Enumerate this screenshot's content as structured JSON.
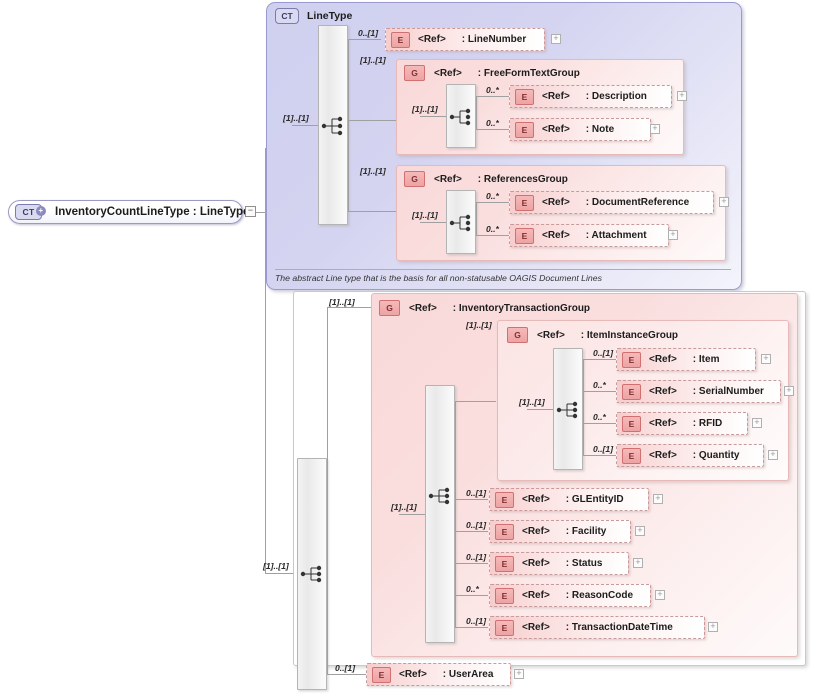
{
  "diagram": {
    "root": {
      "badge": "CT",
      "plus": "+",
      "label": "InventoryCountLineType  :  LineType",
      "toggle": "−"
    },
    "line_type_container": {
      "badge": "CT",
      "title": "LineType",
      "annotation": "The abstract Line type that is the basis for all non-statusable OAGIS Document Lines",
      "sequence_cardinality": "[1]..[1]"
    },
    "nodes": {
      "line_number": {
        "badge": "E",
        "ref": "<Ref>",
        "name": ": LineNumber",
        "cardinality": "0..[1]",
        "expand": "+"
      },
      "description": {
        "badge": "E",
        "ref": "<Ref>",
        "name": ": Description",
        "cardinality": "0..*",
        "expand": "+"
      },
      "note": {
        "badge": "E",
        "ref": "<Ref>",
        "name": ": Note",
        "cardinality": "0..*",
        "expand": "+"
      },
      "document_reference": {
        "badge": "E",
        "ref": "<Ref>",
        "name": ": DocumentReference",
        "cardinality": "0..*",
        "expand": "+"
      },
      "attachment": {
        "badge": "E",
        "ref": "<Ref>",
        "name": ": Attachment",
        "cardinality": "0..*",
        "expand": "+"
      },
      "item": {
        "badge": "E",
        "ref": "<Ref>",
        "name": ": Item",
        "cardinality": "0..[1]",
        "expand": "+"
      },
      "serial_number": {
        "badge": "E",
        "ref": "<Ref>",
        "name": ": SerialNumber",
        "cardinality": "0..*",
        "expand": "+"
      },
      "rfid": {
        "badge": "E",
        "ref": "<Ref>",
        "name": ": RFID",
        "cardinality": "0..*",
        "expand": "+"
      },
      "quantity": {
        "badge": "E",
        "ref": "<Ref>",
        "name": ": Quantity",
        "cardinality": "0..[1]",
        "expand": "+"
      },
      "gl_entity_id": {
        "badge": "E",
        "ref": "<Ref>",
        "name": ": GLEntityID",
        "cardinality": "0..[1]",
        "expand": "+"
      },
      "facility": {
        "badge": "E",
        "ref": "<Ref>",
        "name": ": Facility",
        "cardinality": "0..[1]",
        "expand": "+"
      },
      "status": {
        "badge": "E",
        "ref": "<Ref>",
        "name": ": Status",
        "cardinality": "0..[1]",
        "expand": "+"
      },
      "reason_code": {
        "badge": "E",
        "ref": "<Ref>",
        "name": ": ReasonCode",
        "cardinality": "0..*",
        "expand": "+"
      },
      "transaction_datetime": {
        "badge": "E",
        "ref": "<Ref>",
        "name": ": TransactionDateTime",
        "cardinality": "0..[1]",
        "expand": "+"
      },
      "user_area": {
        "badge": "E",
        "ref": "<Ref>",
        "name": ": UserArea",
        "cardinality": "0..[1]",
        "expand": "+"
      }
    },
    "groups": {
      "free_form_text": {
        "badge": "G",
        "ref": "<Ref>",
        "name": ": FreeFormTextGroup",
        "cardinality": "[1]..[1]",
        "sequence_cardinality": "[1]..[1]"
      },
      "references": {
        "badge": "G",
        "ref": "<Ref>",
        "name": ": ReferencesGroup",
        "cardinality": "[1]..[1]",
        "sequence_cardinality": "[1]..[1]"
      },
      "inventory_transaction": {
        "badge": "G",
        "ref": "<Ref>",
        "name": ": InventoryTransactionGroup",
        "cardinality": "[1]..[1]",
        "sequence_cardinality": "[1]..[1]"
      },
      "item_instance": {
        "badge": "G",
        "ref": "<Ref>",
        "name": ": ItemInstanceGroup",
        "cardinality": "[1]..[1]",
        "sequence_cardinality": "[1]..[1]"
      }
    },
    "outer_sequence_cardinality": "[1]..[1]",
    "colors": {
      "complex_type_fill": "#d4d4f1",
      "group_fill": "#f9d9d9",
      "element_fill": "#f7cccc",
      "badge_border": "#d07070",
      "line": "#a0a0a0"
    }
  }
}
